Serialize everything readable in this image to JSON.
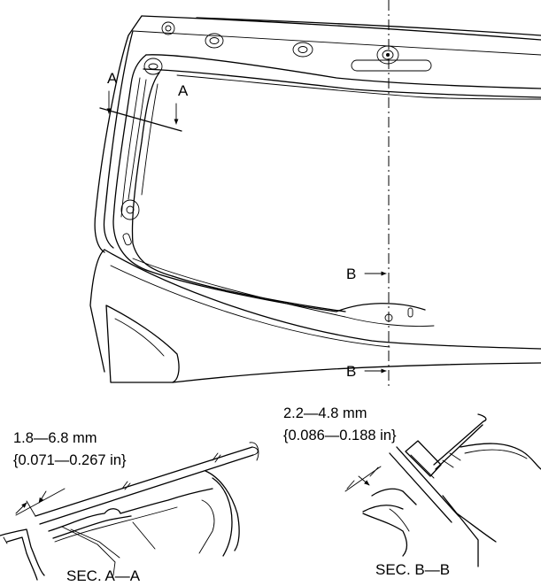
{
  "labels": {
    "sec_a_top_left": "A",
    "sec_a_top_right": "A",
    "sec_b_upper": "B",
    "sec_b_lower": "B"
  },
  "section_aa": {
    "range": "1.8—6.8 mm",
    "range_in": "{0.071—0.267 in}",
    "caption": "SEC. A—A"
  },
  "section_bb": {
    "range": "2.2—4.8 mm",
    "range_in": "{0.086—0.188 in}",
    "caption": "SEC. B—B"
  }
}
